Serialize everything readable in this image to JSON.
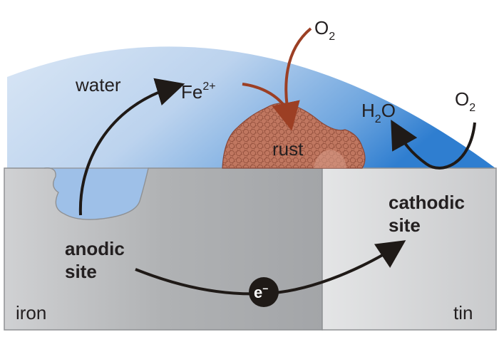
{
  "labels": {
    "water": "water",
    "fe": "Fe",
    "fe_charge": "2+",
    "o2_top": "O",
    "o2_top_sub": "2",
    "h2o": "H",
    "h2o_sub": "2",
    "h2o_tail": "O",
    "o2_right": "O",
    "o2_right_sub": "2",
    "rust": "rust",
    "anodic_line1": "anodic",
    "anodic_line2": "site",
    "cathodic_line1": "cathodic",
    "cathodic_line2": "site",
    "electron": "e",
    "electron_charge": "−",
    "iron": "iron",
    "tin": "tin"
  },
  "colors": {
    "water_light": "#d9e6f5",
    "water_dark": "#2f7ed0",
    "iron_metal": "#b8babc",
    "tin_metal": "#e6e7e8",
    "rust": "#b86a55",
    "rust_dark": "#8a4636",
    "arrow_dark": "#1f1a17",
    "arrow_rust": "#9c3f24"
  }
}
